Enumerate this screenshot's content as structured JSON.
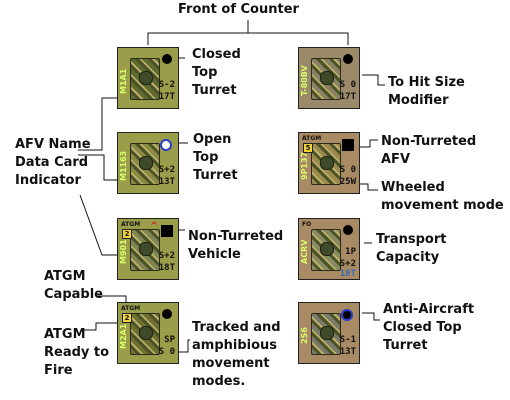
{
  "title": "Front of Counter",
  "labels": {
    "closed_top_turret": [
      "Closed",
      "Top",
      "Turret"
    ],
    "to_hit_size": [
      "To Hit Size",
      "Modifier"
    ],
    "afv_name": [
      "AFV Name",
      "Data Card",
      "Indicator"
    ],
    "open_top_turret": [
      "Open",
      "Top",
      "Turret"
    ],
    "non_turreted_afv": [
      "Non-Turreted",
      "AFV"
    ],
    "wheeled": [
      "Wheeled",
      "movement mode"
    ],
    "non_turreted_vehicle": [
      "Non-Turreted",
      "Vehicle"
    ],
    "transport": [
      "Transport",
      "Capacity"
    ],
    "atgm_capable": [
      "ATGM",
      "Capable"
    ],
    "atgm_ready": [
      "ATGM",
      "Ready to",
      "Fire"
    ],
    "tracked_amphibious": [
      "Tracked and",
      "amphibious",
      "movement",
      "modes."
    ],
    "anti_aircraft": [
      "Anti-Aircraft",
      "Closed Top",
      "Turret"
    ]
  },
  "counters": [
    {
      "id": "m1a1",
      "name": "M1A1",
      "v1": "S-2",
      "v2": "17T",
      "bg": "#9a9e4a",
      "art": "#5f6b2e",
      "marker": "dot"
    },
    {
      "id": "m1163",
      "name": "M1163",
      "v1": "S+2",
      "v2": "13T",
      "bg": "#9a9e4a",
      "art": "#8a8a44",
      "marker": "open"
    },
    {
      "id": "m901",
      "name": "M901",
      "v1": "S+2",
      "v2": "18T",
      "bg": "#9a9e4a",
      "art": "#7e8452",
      "marker": "square",
      "atgm": "ATGM",
      "atgm_num": "2"
    },
    {
      "id": "m2a1",
      "name": "M2A1",
      "v1": "SP",
      "v2": "S 0",
      "bg": "#9a9e4a",
      "art": "#6e7030",
      "marker": "dot",
      "atgm": "ATGM",
      "atgm_num": "2"
    },
    {
      "id": "t80bv",
      "name": "T-80BV",
      "v1": "S 0",
      "v2": "17T",
      "bg": "#9b8a6a",
      "art": "#8a8066",
      "marker": "dot"
    },
    {
      "id": "9p137",
      "name": "9P137",
      "v1": "S 0",
      "v2": "25W",
      "bg": "#a88a64",
      "art": "#9e8a4e",
      "marker": "square",
      "atgm": "ATGM",
      "atgm_num": "5"
    },
    {
      "id": "acrv",
      "name": "ACRV",
      "v1": "1P",
      "v2": "S+2",
      "bg": "#a88a64",
      "art": "#8a8a62",
      "marker": "dot",
      "top": "FO",
      "v3": "18T"
    },
    {
      "id": "2s6",
      "name": "2S6",
      "v1": "S-1",
      "v2": "13T",
      "bg": "#a88a64",
      "art": "#7a7a6a",
      "marker": "ring"
    }
  ]
}
